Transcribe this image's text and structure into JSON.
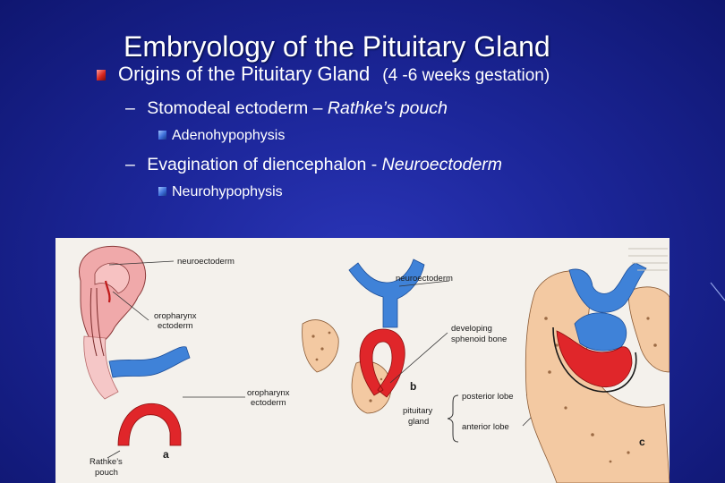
{
  "slide": {
    "title": "Embryology of the Pituitary Gland",
    "level1": {
      "text": "Origins of the Pituitary Gland",
      "subtext": "(4 -6 weeks gestation)"
    },
    "items": [
      {
        "dash": "–",
        "text": "Stomodeal ectoderm – ",
        "italic": "Rathke’s pouch",
        "sub": "Adenohypophysis"
      },
      {
        "dash": "–",
        "text": "Evagination of diencephalon - ",
        "italic": "Neuroectoderm",
        "sub": "Neurohypophysis"
      }
    ]
  },
  "figure": {
    "labels": {
      "neuroectoderm_a": "neuroectoderm",
      "oropharynx_ectoderm_top_1": "oropharynx",
      "oropharynx_ectoderm_top_2": "ectoderm",
      "oropharynx_ectoderm_mid_1": "oropharynx",
      "oropharynx_ectoderm_mid_2": "ectoderm",
      "rathkes_pouch_1": "Rathke’s",
      "rathkes_pouch_2": "pouch",
      "letter_a": "a",
      "neuroectoderm_b": "neuroectoderm",
      "developing_1": "developing",
      "developing_2": "sphenoid bone",
      "letter_b": "b",
      "pituitary_1": "pituitary",
      "pituitary_2": "gland",
      "posterior_lobe": "posterior lobe",
      "anterior_lobe": "anterior lobe",
      "letter_c": "c"
    },
    "colors": {
      "neuroectoderm_blue": "#3f82d8",
      "ectoderm_red": "#e0262a",
      "bone_tan": "#f3c9a2",
      "embryo_pink": "#f0a9aa",
      "background": "#f4f1ec"
    }
  }
}
